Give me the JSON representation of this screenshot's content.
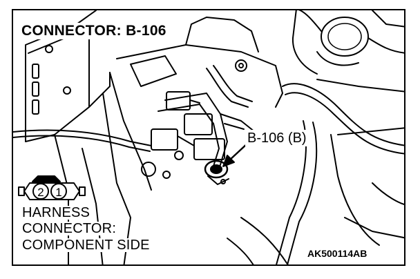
{
  "title": "CONNECTOR: B-106",
  "callout": "B-106 (B)",
  "harness_label": {
    "line1": "HARNESS",
    "line2": "CONNECTOR:",
    "line3": "COMPONENT SIDE"
  },
  "connector_pins": [
    "2",
    "1"
  ],
  "figure_code": "AK500114AB",
  "colors": {
    "ink": "#000000",
    "paper": "#ffffff"
  }
}
